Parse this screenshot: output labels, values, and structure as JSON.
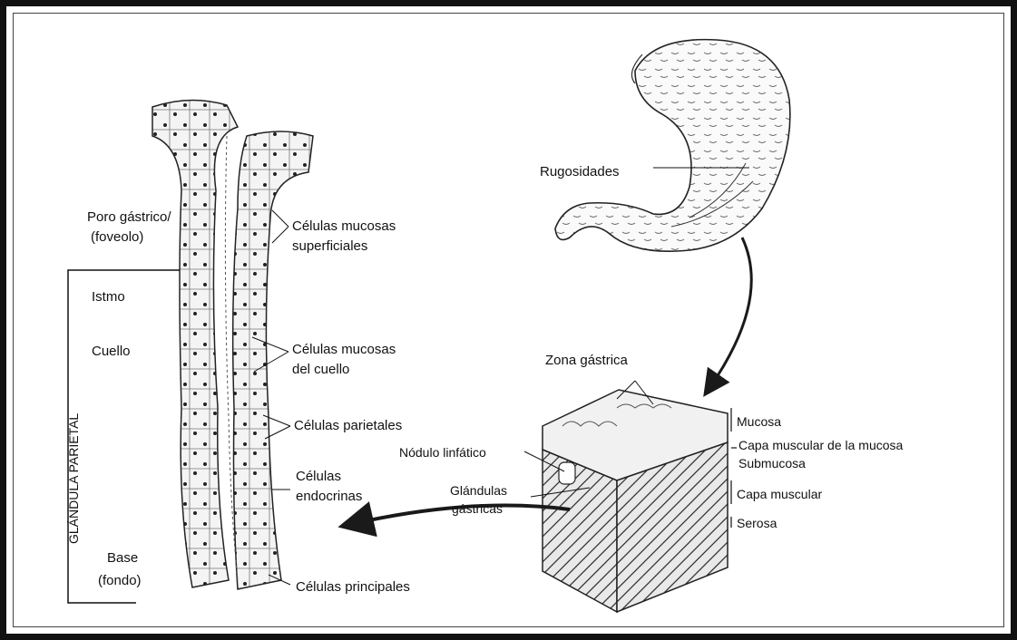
{
  "labels": {
    "poro_line1": "Poro gástrico/",
    "poro_line2": "(foveolo)",
    "istmo": "Istmo",
    "cuello": "Cuello",
    "glandula_parietal": "GLÁNDULA PARIETAL",
    "base_line1": "Base",
    "base_line2": "(fondo)",
    "celulas_mucosas_sup_1": "Células mucosas",
    "celulas_mucosas_sup_2": "superficiales",
    "celulas_mucosas_cuello_1": "Células mucosas",
    "celulas_mucosas_cuello_2": "del cuello",
    "celulas_parietales": "Células parietales",
    "celulas_endocrinas_1": "Células",
    "celulas_endocrinas_2": "endocrinas",
    "celulas_principales": "Células principales",
    "rugosidades": "Rugosidades",
    "zona_gastrica": "Zona gástrica",
    "nodulo_linfatico": "Nódulo linfático",
    "glandulas_1": "Glándulas",
    "glandulas_2": "gástricas",
    "mucosa": "Mucosa",
    "capa_muscular_mucosa": "Capa muscular de la mucosa",
    "submucosa": "Submucosa",
    "capa_muscular": "Capa muscular",
    "serosa": "Serosa"
  },
  "colors": {
    "ink": "#111111",
    "frame": "#111111",
    "cell_fill": "#f4f4f4",
    "arrow": "#1a1a1a"
  }
}
